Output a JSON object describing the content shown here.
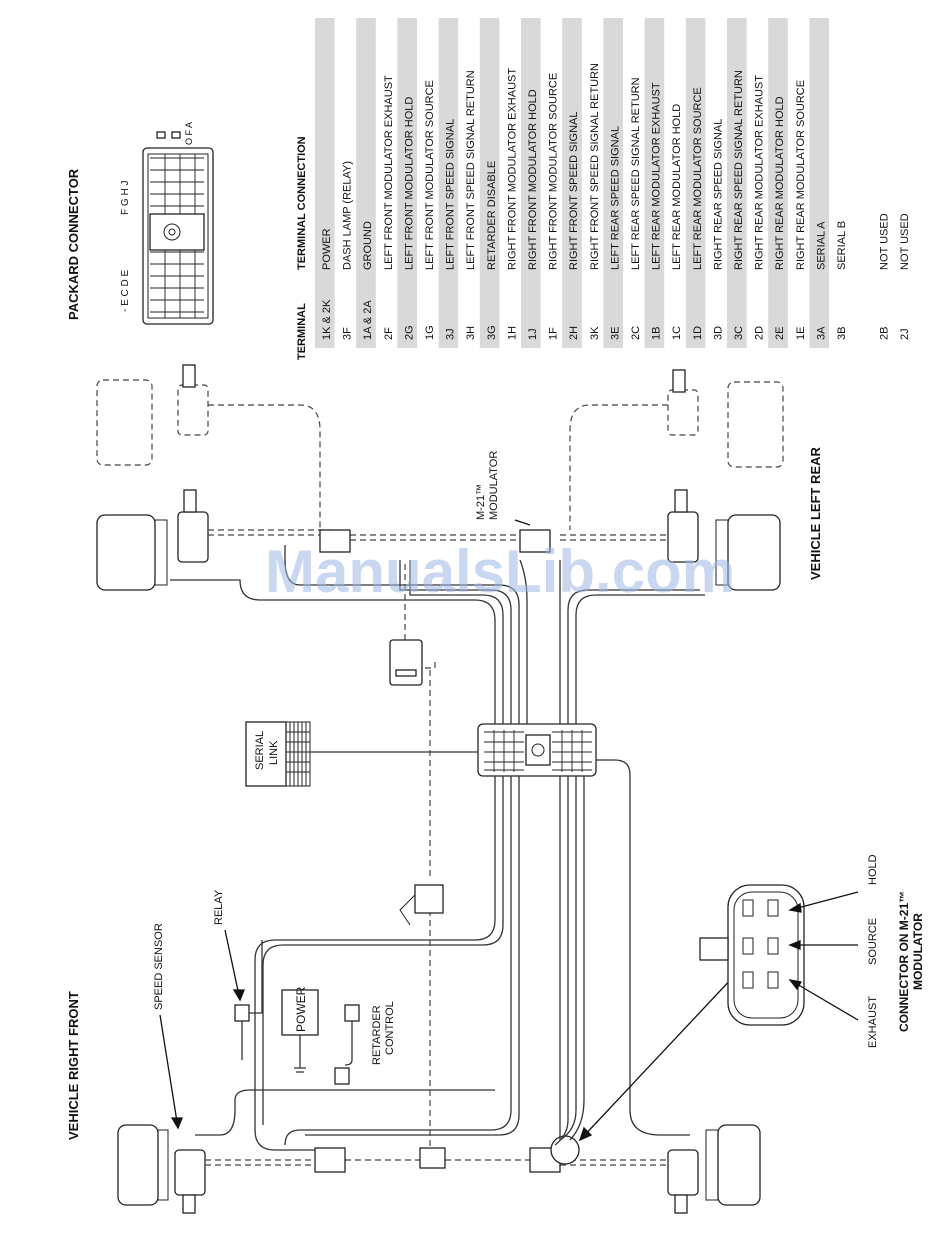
{
  "labels": {
    "packard_connector": "PACKARD CONNECTOR",
    "vehicle_right_front": "VEHICLE  RIGHT  FRONT",
    "vehicle_left_rear": "VEHICLE LEFT REAR",
    "speed_sensor": "SPEED SENSOR",
    "relay": "RELAY",
    "power": "POWER",
    "retarder_control_1": "RETARDER",
    "retarder_control_2": "CONTROL",
    "serial_link_1": "SERIAL",
    "serial_link_2": "LINK",
    "m21_modulator_1": "M-21™",
    "m21_modulator_2": "MODULATOR",
    "connector_on_1": "CONNECTOR ON M-21™",
    "connector_on_2": "MODULATOR",
    "hold": "HOLD",
    "source": "SOURCE",
    "exhaust": "EXHAUST",
    "watermark": "ManualsLib.com",
    "pin_letters_a": "- E C D E",
    "pin_letters_b": "F G H J",
    "pin_letters_c": "O F A"
  },
  "table": {
    "header_terminal": "TERMINAL",
    "header_connection": "TERMINAL CONNECTION",
    "rows": [
      {
        "terminal": "1K & 2K",
        "connection": "POWER"
      },
      {
        "terminal": "3F",
        "connection": "DASH LAMP (RELAY)"
      },
      {
        "terminal": "1A & 2A",
        "connection": "GROUND"
      },
      {
        "terminal": "2F",
        "connection": "LEFT FRONT MODULATOR EXHAUST"
      },
      {
        "terminal": "2G",
        "connection": "LEFT FRONT MODULATOR HOLD"
      },
      {
        "terminal": "1G",
        "connection": "LEFT FRONT MODULATOR SOURCE"
      },
      {
        "terminal": "3J",
        "connection": "LEFT FRONT SPEED SIGNAL"
      },
      {
        "terminal": "3H",
        "connection": "LEFT FRONT SPEED SIGNAL RETURN"
      },
      {
        "terminal": "3G",
        "connection": "RETARDER DISABLE"
      },
      {
        "terminal": "1H",
        "connection": "RIGHT FRONT MODULATOR EXHAUST"
      },
      {
        "terminal": "1J",
        "connection": "RIGHT FRONT MODULATOR HOLD"
      },
      {
        "terminal": "1F",
        "connection": "RIGHT FRONT MODULATOR SOURCE"
      },
      {
        "terminal": "2H",
        "connection": "RIGHT FRONT SPEED SIGNAL"
      },
      {
        "terminal": "3K",
        "connection": "RIGHT FRONT SPEED SIGNAL RETURN"
      },
      {
        "terminal": "3E",
        "connection": "LEFT REAR SPEED SIGNAL"
      },
      {
        "terminal": "2C",
        "connection": "LEFT REAR SPEED SIGNAL RETURN"
      },
      {
        "terminal": "1B",
        "connection": "LEFT REAR MODULATOR EXHAUST"
      },
      {
        "terminal": "1C",
        "connection": "LEFT REAR MODULATOR HOLD"
      },
      {
        "terminal": "1D",
        "connection": "LEFT REAR MODULATOR SOURCE"
      },
      {
        "terminal": "3D",
        "connection": "RIGHT REAR SPEED SIGNAL"
      },
      {
        "terminal": "3C",
        "connection": "RIGHT REAR SPEED SIGNAL RETURN"
      },
      {
        "terminal": "2D",
        "connection": "RIGHT REAR MODULATOR EXHAUST"
      },
      {
        "terminal": "2E",
        "connection": "RIGHT REAR MODULATOR HOLD"
      },
      {
        "terminal": "1E",
        "connection": "RIGHT REAR MODULATOR SOURCE"
      },
      {
        "terminal": "3A",
        "connection": "SERIAL A"
      },
      {
        "terminal": "3B",
        "connection": "SERIAL B"
      },
      {
        "terminal": "2B",
        "connection": "NOT USED"
      },
      {
        "terminal": "2J",
        "connection": "NOT USED"
      }
    ]
  }
}
